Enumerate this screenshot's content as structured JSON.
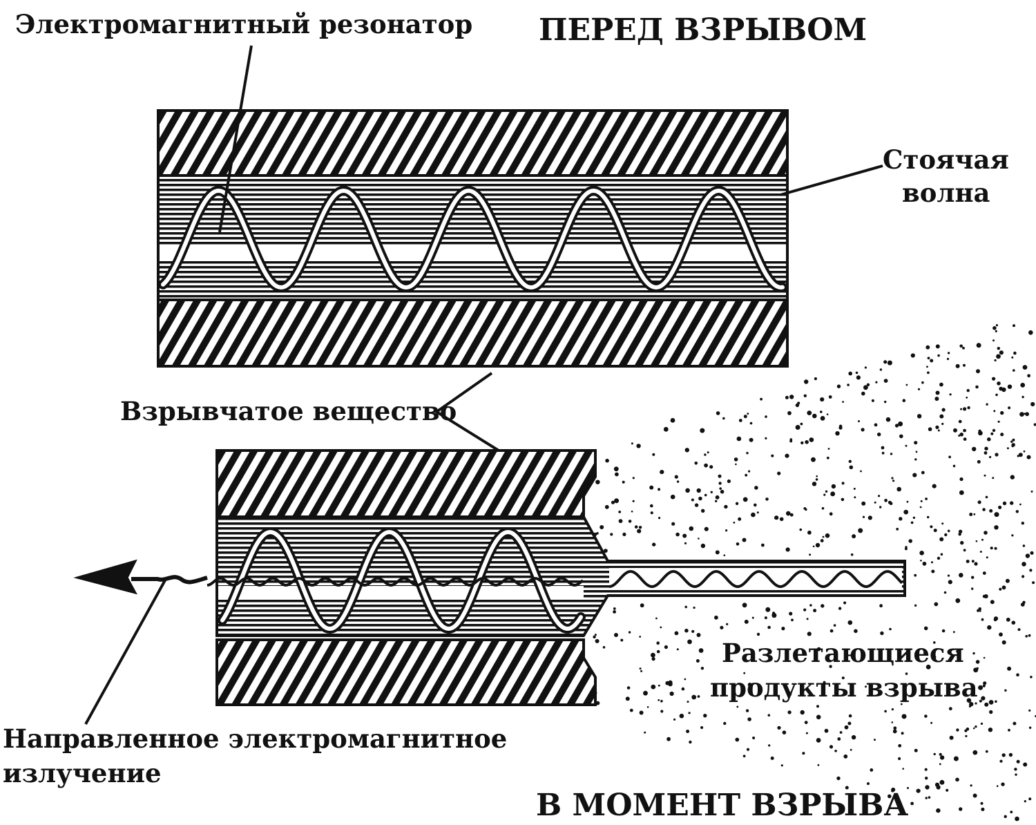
{
  "labels": {
    "resonator": "Электромагнитный резонатор",
    "before": "ПЕРЕД ВЗРЫВОМ",
    "standing_wave_line1": "Стоячая",
    "standing_wave_line2": "волна",
    "explosive": "Взрывчатое вещество",
    "products_line1": "Разлетающиеся",
    "products_line2": "продукты взрыва",
    "radiation_line1": "Направленное электромагнитное",
    "radiation_line2": "излучение",
    "during": "В МОМЕНТ ВЗРЫВА"
  },
  "colors": {
    "ink": "#111111",
    "paper": "#ffffff"
  }
}
